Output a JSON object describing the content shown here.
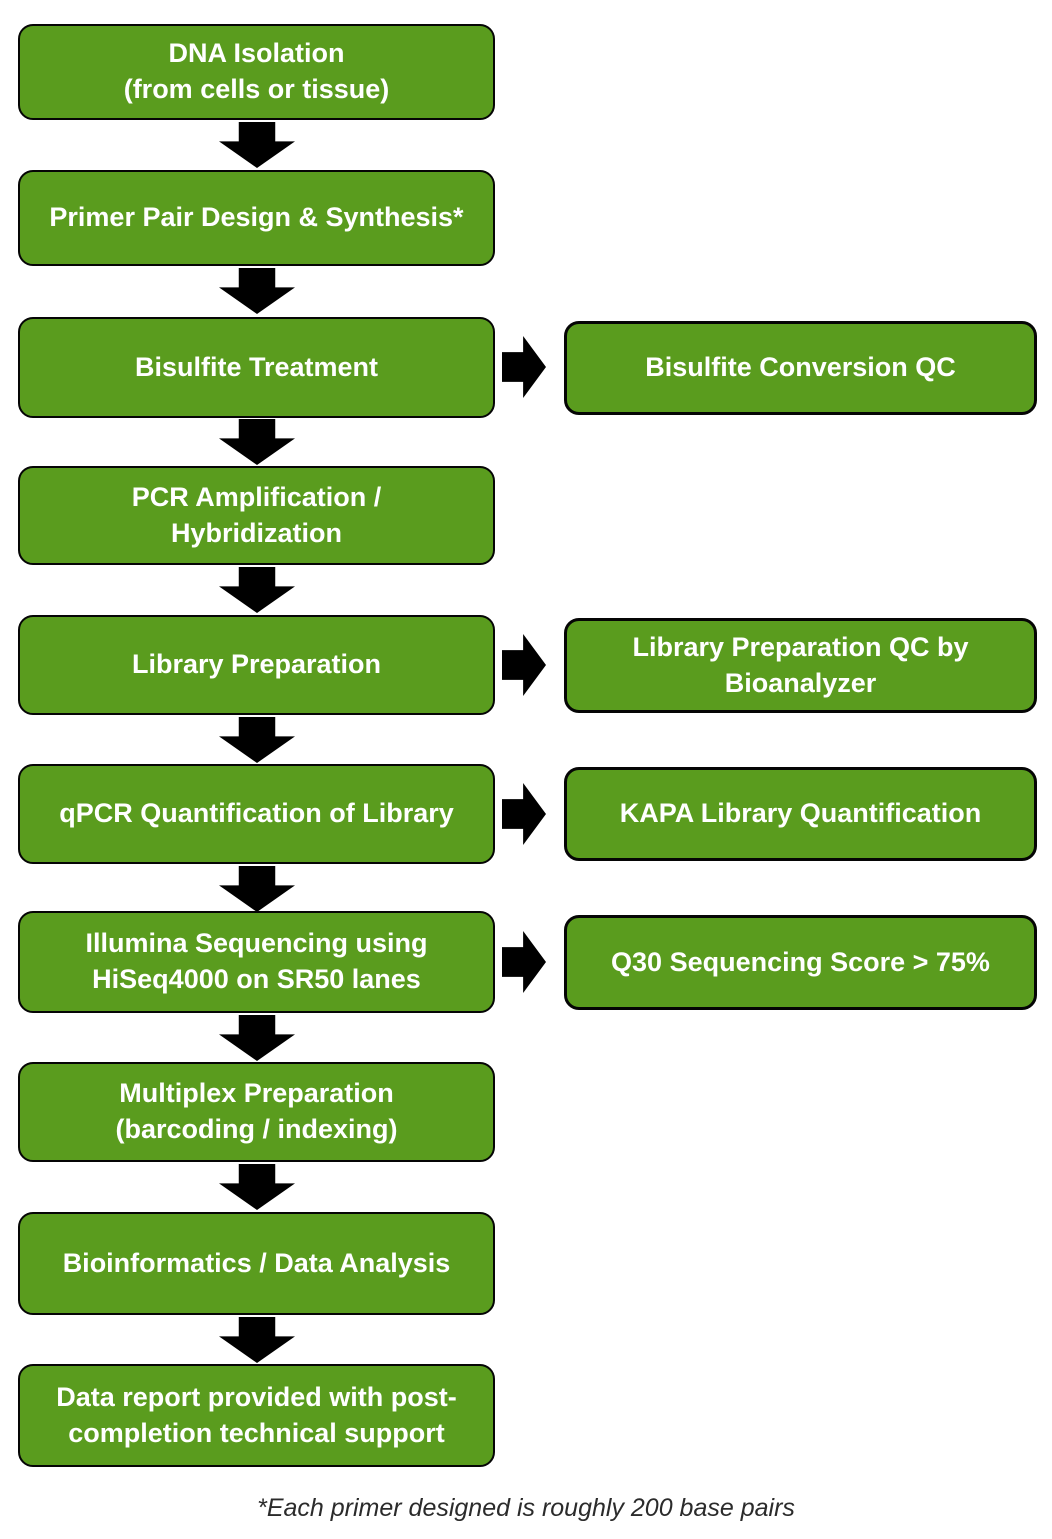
{
  "colors": {
    "box_fill": "#5a9c1e",
    "box_border": "#050505",
    "box_text": "#ffffff",
    "arrow": "#000000",
    "background": "#ffffff",
    "footnote_text": "#2b2b2b"
  },
  "flow": {
    "steps": [
      {
        "label": "DNA Isolation\n(from cells or tissue)"
      },
      {
        "label": "Primer Pair Design & Synthesis*"
      },
      {
        "label": "Bisulfite Treatment",
        "qc": "Bisulfite Conversion QC"
      },
      {
        "label": "PCR Amplification /\nHybridization"
      },
      {
        "label": "Library Preparation",
        "qc": "Library Preparation QC by\nBioanalyzer"
      },
      {
        "label": "qPCR Quantification of Library",
        "qc": "KAPA Library Quantification"
      },
      {
        "label": "Illumina Sequencing using\nHiSeq4000 on SR50 lanes",
        "qc": "Q30 Sequencing Score > 75%"
      },
      {
        "label": "Multiplex Preparation\n(barcoding / indexing)"
      },
      {
        "label": "Bioinformatics / Data Analysis"
      },
      {
        "label": "Data report provided with post-\ncompletion technical support"
      }
    ],
    "footnote": "*Each primer designed is roughly 200 base pairs"
  }
}
